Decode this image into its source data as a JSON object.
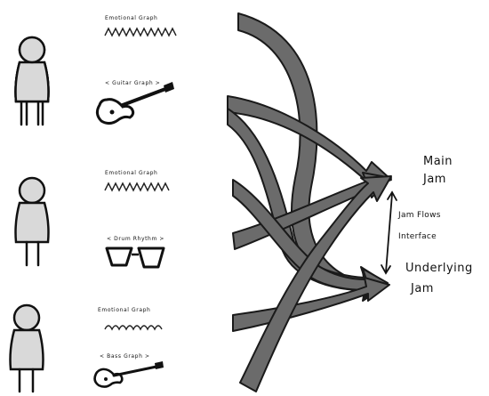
{
  "rows": [
    {
      "emotion_label": "Emotional Graph",
      "instrument_label": "< Guitar Graph >"
    },
    {
      "emotion_label": "Emotional Graph",
      "instrument_label": "< Drum Rhythm >"
    },
    {
      "emotion_label": "Emotional Graph",
      "instrument_label": "< Bass Graph >"
    }
  ],
  "targets": {
    "main": [
      "Main",
      "Jam"
    ],
    "interface": [
      "Jam Flows",
      "Interface"
    ],
    "underlying": [
      "Underlying",
      "Jam"
    ]
  },
  "colors": {
    "arrow_fill": "#6b6b6b",
    "arrow_stroke": "#1a1a1a",
    "figure_fill": "#d9d9d9"
  },
  "icons": [
    "person-figure",
    "guitar-icon",
    "bongo-drums-icon",
    "bass-guitar-icon",
    "wave-graph",
    "double-arrow"
  ]
}
